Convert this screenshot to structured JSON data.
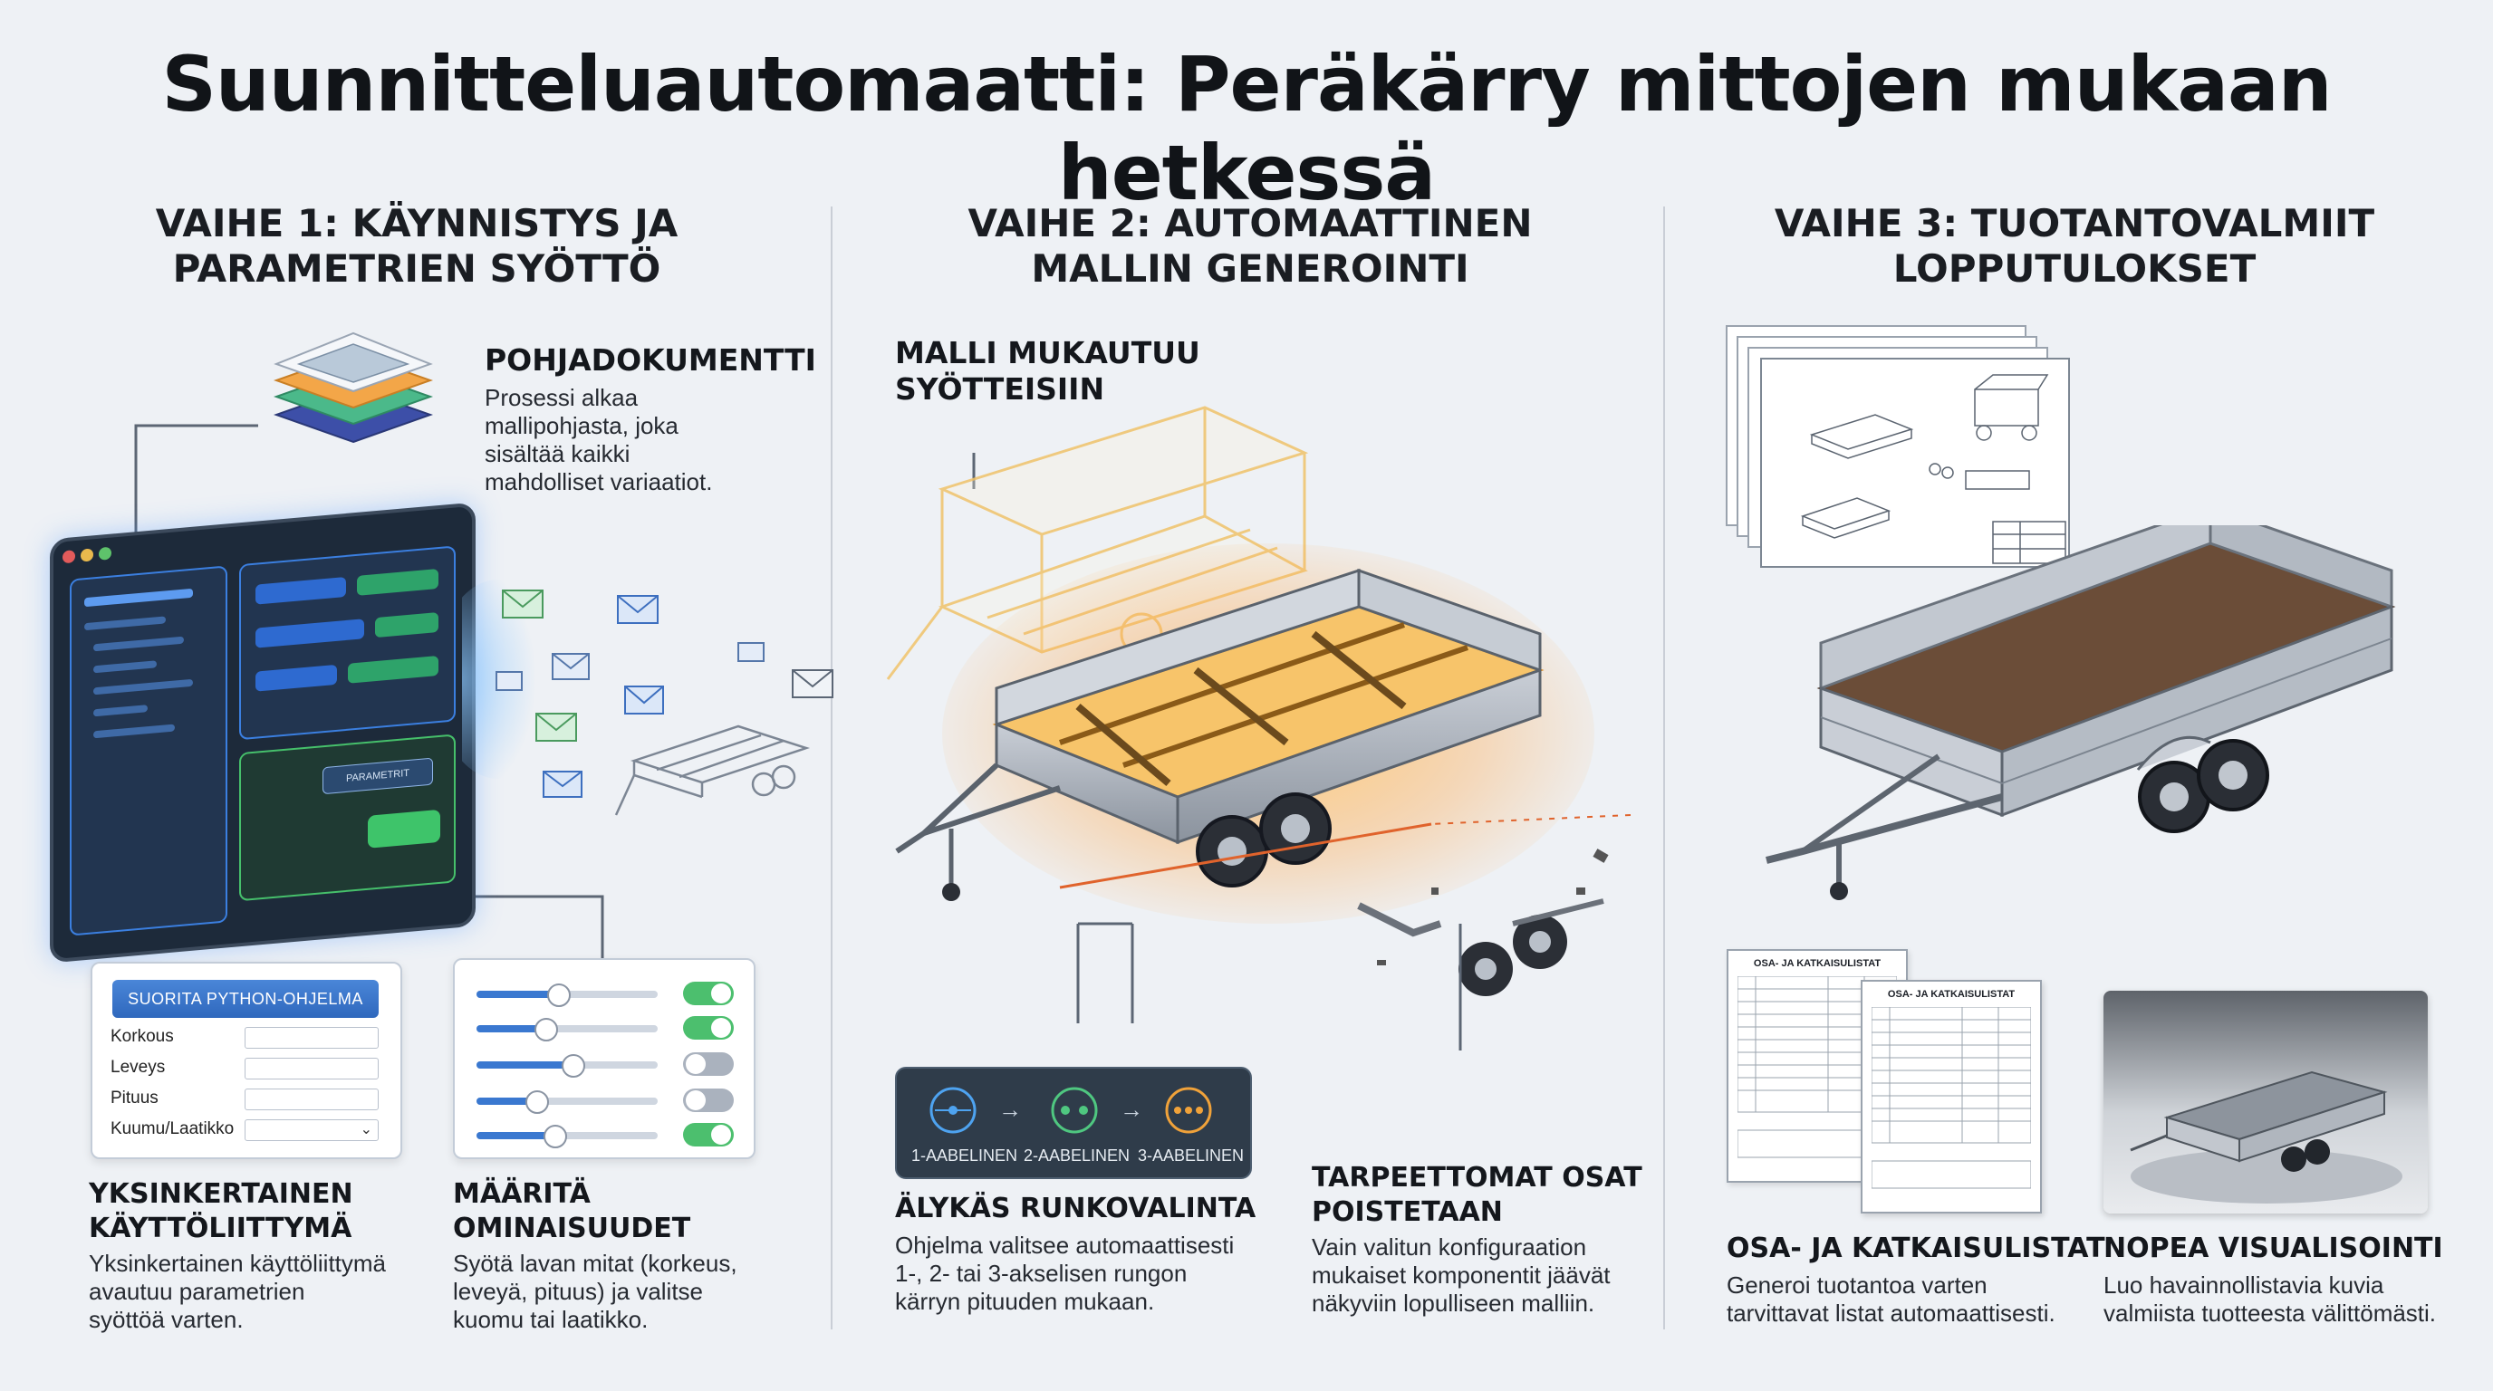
{
  "title": "Suunnitteluautomaatti: Peräkärry mittojen mukaan hetkessä",
  "step1": {
    "title_line1": "VAIHE 1: KÄYNNISTYS JA",
    "title_line2": "PARAMETRIEN SYÖTTÖ",
    "template_doc": {
      "heading": "POHJADOKUMENTTI",
      "line1": "Prosessi alkaa",
      "line2": "mallipohjasta, joka",
      "line3": "sisältää kaikki",
      "line4": "mahdolliset variaatiot."
    },
    "form": {
      "button_label": "SUORITA PYTHON-OHJELMA",
      "field1": "Korkous",
      "field2": "Leveys",
      "field3": "Pituus",
      "field4": "Kuumu/Laatikko"
    },
    "simple_ui": {
      "heading_line1": "YKSINKERTAINEN",
      "heading_line2": "KÄYTTÖLIITTYMÄ",
      "line1": "Yksinkertainen käyttöliittymä",
      "line2": "avautuu parametrien",
      "line3": "syöttöä varten."
    },
    "define_props": {
      "heading_line1": "MÄÄRITÄ",
      "heading_line2": "OMINAISUUDET",
      "line1": "Syötä lavan mitat (korkeus,",
      "line2": "leveyä, pituus) ja valitse",
      "line3": "kuomu tai laatikko."
    },
    "screen_button_label": "PARAMETRIT"
  },
  "step2": {
    "title_line1": "VAIHE 2: AUTOMAATTINEN",
    "title_line2": "MALLIN GENEROINTI",
    "adapts_line1": "MALLI MUKAUTUU",
    "adapts_line2": "SYÖTTEISIIN",
    "axle_labels": [
      "1-AABELINEN",
      "2-AABELINEN",
      "3-AABELINEN"
    ],
    "smart": {
      "heading": "ÄLYKÄS RUNKOVALINTA",
      "line1": "Ohjelma valitsee automaattisesti",
      "line2": "1-, 2- tai 3-akselisen rungon",
      "line3": "kärryn pituuden mukaan."
    },
    "removed": {
      "heading_line1": "TARPEETTOMAT OSAT",
      "heading_line2": "POISTETAAN",
      "line1": "Vain valitun konfiguraation",
      "line2": "mukaiset komponentit jäävät",
      "line3": "näkyviin lopulliseen malliin."
    }
  },
  "step3": {
    "title_line1": "VAIHE 3: TUOTANTOVALMIIT",
    "title_line2": "LOPPUTULOKSET",
    "doc1_title": "OSA- JA KATKAISULISTAT",
    "doc2_title": "OSA- JA KATKAISULISTAT",
    "lists": {
      "heading": "OSA- JA KATKAISULISTAT",
      "line1": "Generoi tuotantoa varten",
      "line2": "tarvittavat listat automaattisesti."
    },
    "visual": {
      "heading": "NOPEA VISUALISOINTI",
      "line1": "Luo havainnollistavia kuvia",
      "line2": "valmiista tuotteesta välittömästi."
    }
  },
  "colors": {
    "accent_blue": "#3a78d0",
    "glow_orange": "#f5a623",
    "toggle_green": "#4cbf6e",
    "screen_dark": "#1d2a3a"
  }
}
